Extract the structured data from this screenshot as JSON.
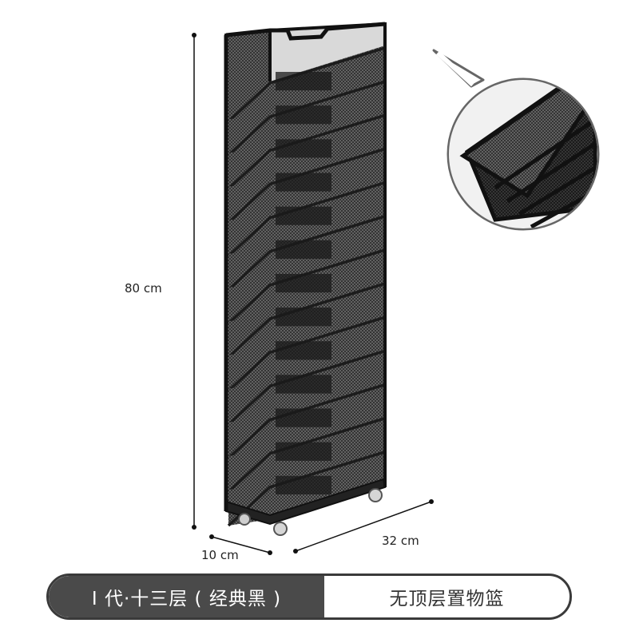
{
  "dimensions": {
    "height": "80 cm",
    "depth": "10 cm",
    "width": "32 cm"
  },
  "variant": {
    "selected_label": "Ⅰ 代·十三层 ( 经典黑 )",
    "secondary_label": "无顶层置物篮"
  },
  "product": {
    "tier_count": 13,
    "frame_color": "#1c1c1c"
  }
}
